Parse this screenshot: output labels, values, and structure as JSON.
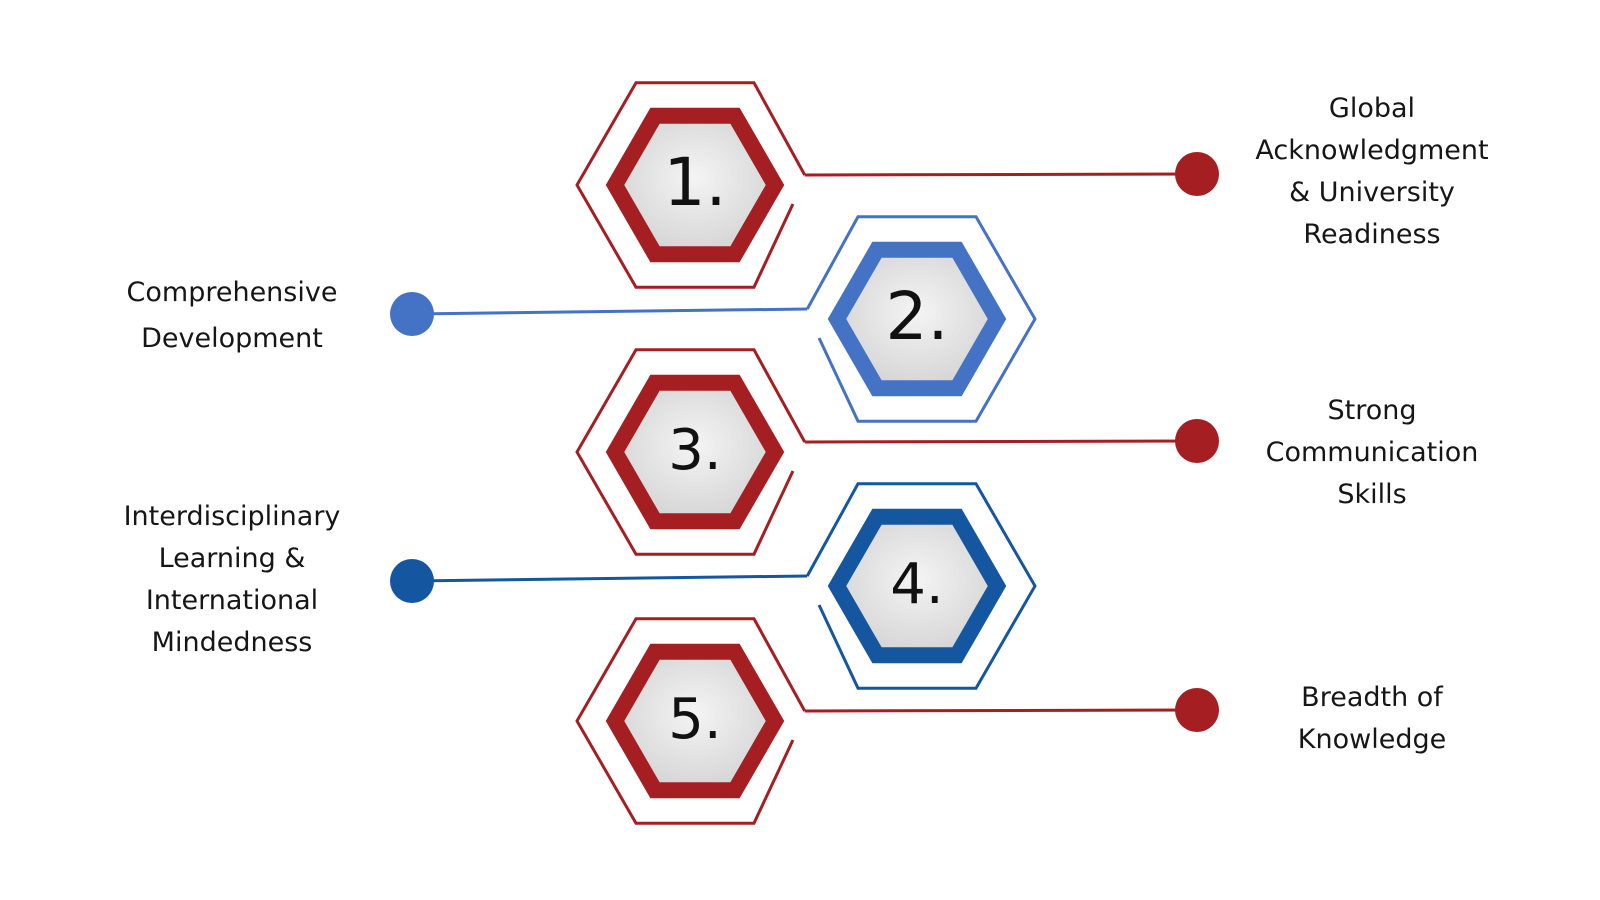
{
  "colors": {
    "red": "#A51E22",
    "blue_light": "#4472C4",
    "blue_dark": "#1457A0",
    "hex_fill_center": "#F4F4F4",
    "hex_fill_edge": "#D2D2D2"
  },
  "steps": [
    {
      "number": "1.",
      "side": "right",
      "color_key": "red",
      "label_lines": [
        "Global",
        "Acknowledgment",
        "& University",
        "Readiness"
      ]
    },
    {
      "number": "2.",
      "side": "left",
      "color_key": "blue_light",
      "label_lines": [
        "Comprehensive",
        "Development"
      ]
    },
    {
      "number": "3.",
      "side": "right",
      "color_key": "red",
      "label_lines": [
        "Strong",
        "Communication",
        "Skills"
      ]
    },
    {
      "number": "4.",
      "side": "left",
      "color_key": "blue_dark",
      "label_lines": [
        "Interdisciplinary",
        "Learning &",
        "International",
        "Mindedness"
      ]
    },
    {
      "number": "5.",
      "side": "right",
      "color_key": "red",
      "label_lines": [
        "Breadth of",
        "Knowledge"
      ]
    }
  ]
}
